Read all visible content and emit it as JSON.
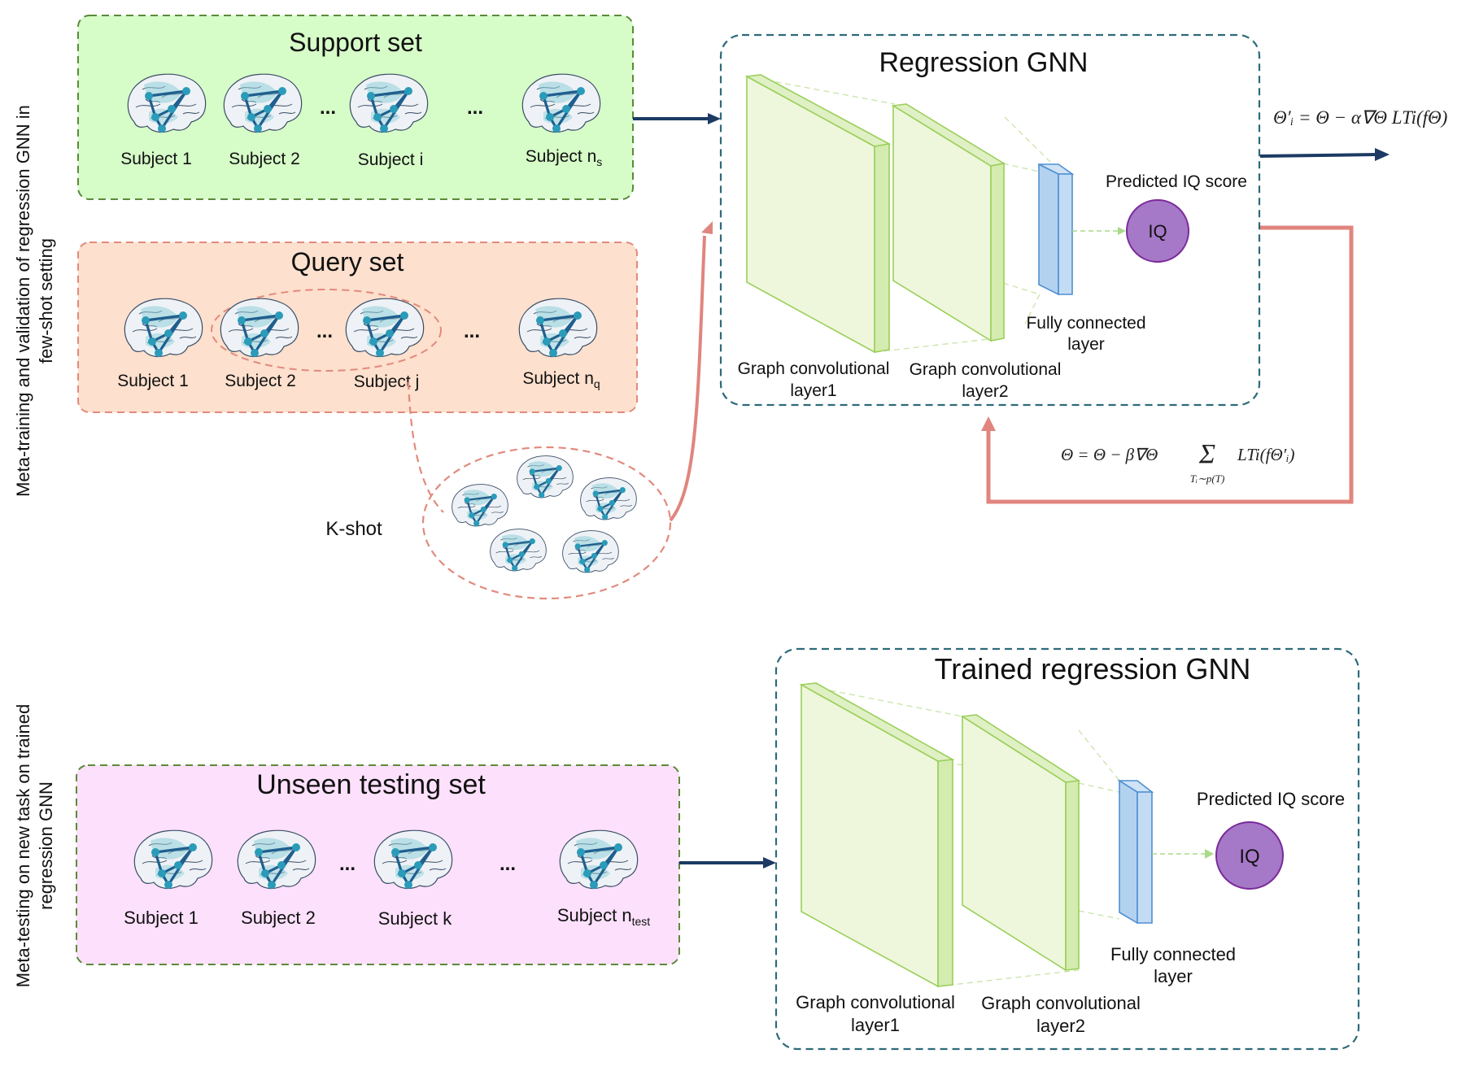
{
  "side_labels": {
    "top_line1": "Meta-training and validation of regression GNN in",
    "top_line2": "few-shot setting",
    "bottom_line1": "Meta-testing on new task on trained",
    "bottom_line2": "regression GNN"
  },
  "support_set": {
    "title": "Support set",
    "subjects": [
      "Subject 1",
      "Subject 2",
      "Subject i",
      "Subject n"
    ],
    "last_subscript": "s",
    "ellipsis": "..."
  },
  "query_set": {
    "title": "Query set",
    "subjects": [
      "Subject 1",
      "Subject 2",
      "Subject j",
      "Subject n"
    ],
    "last_subscript": "q",
    "ellipsis": "..."
  },
  "kshot": {
    "label": "K-shot"
  },
  "regression_gnn": {
    "title": "Regression GNN",
    "layer1_line1": "Graph convolutional",
    "layer1_line2": "layer1",
    "layer2_line1": "Graph convolutional",
    "layer2_line2": "layer2",
    "fc_line1": "Fully connected",
    "fc_line2": "layer",
    "predicted": "Predicted IQ score",
    "output": "IQ"
  },
  "equations": {
    "inner_update": "Θ′ᵢ = Θ − α∇Θ LTi(fΘ)",
    "meta_update_lhs": "Θ = Θ − β∇Θ",
    "meta_update_sum": "Σ",
    "meta_update_sub": "Tᵢ∼p(T)",
    "meta_update_rhs": "LTi(fΘ′ᵢ)"
  },
  "testing_set": {
    "title": "Unseen testing set",
    "subjects": [
      "Subject 1",
      "Subject 2",
      "Subject k",
      "Subject n"
    ],
    "last_subscript": "test",
    "ellipsis": "..."
  },
  "trained_gnn": {
    "title": "Trained regression GNN",
    "layer1_line1": "Graph convolutional",
    "layer1_line2": "layer1",
    "layer2_line1": "Graph convolutional",
    "layer2_line2": "layer2",
    "fc_line1": "Fully connected",
    "fc_line2": "layer",
    "predicted": "Predicted IQ score",
    "output": "IQ"
  },
  "colors": {
    "support_fill": "#d6fcc8",
    "query_fill": "#fde0cd",
    "testing_fill": "#fde0fb",
    "green_border": "#5b8a3a",
    "salmon_border": "#e28a7d",
    "teal_border": "#2d6a7a",
    "navy_arrow": "#1c3a63",
    "salmon_arrow": "#e0857e",
    "layer_fill": "#eef7dc",
    "layer_edge": "#9bcf5a",
    "fc_fill": "#bcd8f2",
    "fc_edge": "#4f8fd1",
    "iq_fill": "#a678c8",
    "iq_edge": "#7a2a9a"
  },
  "icons": [
    "brain-network-icon"
  ]
}
